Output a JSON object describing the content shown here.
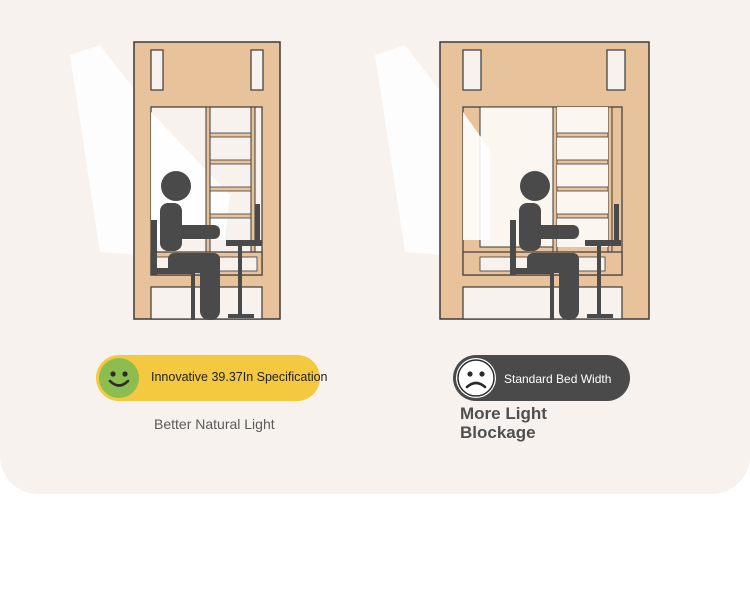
{
  "left_option": {
    "badge_label": "Innovative 39.37In Specification",
    "caption": "Better Natural Light",
    "face_icon": "smiley-face-icon",
    "badge_color": "#f4c93f",
    "face_color": "#8cbd4f"
  },
  "right_option": {
    "badge_label": "Standard Bed Width",
    "caption": "More Light Blockage",
    "face_icon": "sad-face-icon",
    "badge_color": "#4a4a4a"
  },
  "colors": {
    "background": "#f7f2ed",
    "wood": "#e8c29b",
    "outline": "#3a3a3a",
    "figure": "#4a4a4a"
  }
}
